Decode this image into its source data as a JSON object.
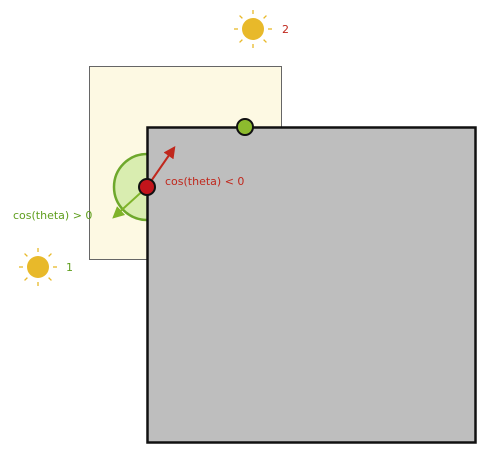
{
  "colors": {
    "background": "#ffffff",
    "back_panel_fill": "#fdf9e3",
    "back_panel_stroke": "#666666",
    "front_panel_fill": "#bebebe",
    "front_panel_stroke": "#111111",
    "sun": "#e8b92a",
    "green": "#6ea82c",
    "green_fill": "#d9edb0",
    "red": "#c0281d",
    "point_green": "#8dbb2e",
    "point_red": "#c2141b"
  },
  "labels": {
    "cos_positive": "cos(theta) > 0",
    "cos_negative": "cos(theta) < 0",
    "sun1": "1",
    "sun2": "2"
  },
  "icons": {
    "sun1": "sun-icon",
    "sun2": "sun-icon"
  }
}
